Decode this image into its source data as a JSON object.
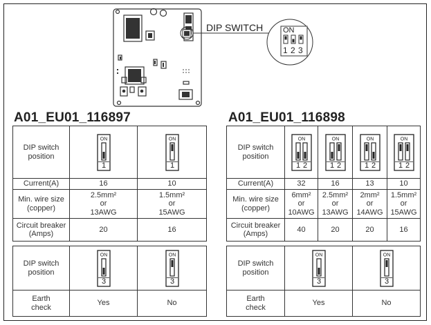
{
  "diagram": {
    "label": "DIP SWITCH",
    "inset_on": "ON",
    "inset_numbers": [
      "1",
      "2",
      "3"
    ]
  },
  "tables": [
    {
      "title": "A01_EU01_116897",
      "rows": {
        "position": "DIP switch position",
        "current": "Current(A)",
        "wire": "Min. wire size (copper)",
        "breaker": "Circuit breaker (Amps)"
      },
      "switch_label": "ON",
      "columns": [
        {
          "numbers": [
            "1"
          ],
          "on": [
            false
          ],
          "current": "16",
          "wire": [
            "2.5mm²",
            "or",
            "13AWG"
          ],
          "breaker": "20"
        },
        {
          "numbers": [
            "1"
          ],
          "on": [
            true
          ],
          "current": "10",
          "wire": [
            "1.5mm²",
            "or",
            "15AWG"
          ],
          "breaker": "16"
        }
      ]
    },
    {
      "title": "A01_EU01_116898",
      "rows": {
        "position": "DIP switch position",
        "current": "Current(A)",
        "wire": "Min. wire size (copper)",
        "breaker": "Circuit breaker (Amps)"
      },
      "switch_label": "ON",
      "columns": [
        {
          "numbers": [
            "1",
            "2"
          ],
          "on": [
            false,
            false
          ],
          "current": "32",
          "wire": [
            "6mm²",
            "or",
            "10AWG"
          ],
          "breaker": "40"
        },
        {
          "numbers": [
            "1",
            "2"
          ],
          "on": [
            false,
            true
          ],
          "current": "16",
          "wire": [
            "2.5mm²",
            "or",
            "13AWG"
          ],
          "breaker": "20"
        },
        {
          "numbers": [
            "1",
            "2"
          ],
          "on": [
            true,
            false
          ],
          "current": "13",
          "wire": [
            "2mm²",
            "or",
            "14AWG"
          ],
          "breaker": "20"
        },
        {
          "numbers": [
            "1",
            "2"
          ],
          "on": [
            true,
            true
          ],
          "current": "10",
          "wire": [
            "1.5mm²",
            "or",
            "15AWG"
          ],
          "breaker": "16"
        }
      ]
    }
  ],
  "earth_tables": [
    {
      "rows": {
        "position": "DIP switch position",
        "earth": "Earth check"
      },
      "switch_label": "ON",
      "columns": [
        {
          "numbers": [
            "3"
          ],
          "on": [
            false
          ],
          "value": "Yes"
        },
        {
          "numbers": [
            "3"
          ],
          "on": [
            true
          ],
          "value": "No"
        }
      ]
    },
    {
      "rows": {
        "position": "DIP switch position",
        "earth": "Earth check"
      },
      "switch_label": "ON",
      "columns": [
        {
          "numbers": [
            "3"
          ],
          "on": [
            false
          ],
          "value": "Yes"
        },
        {
          "numbers": [
            "3"
          ],
          "on": [
            true
          ],
          "value": "No"
        }
      ]
    }
  ]
}
